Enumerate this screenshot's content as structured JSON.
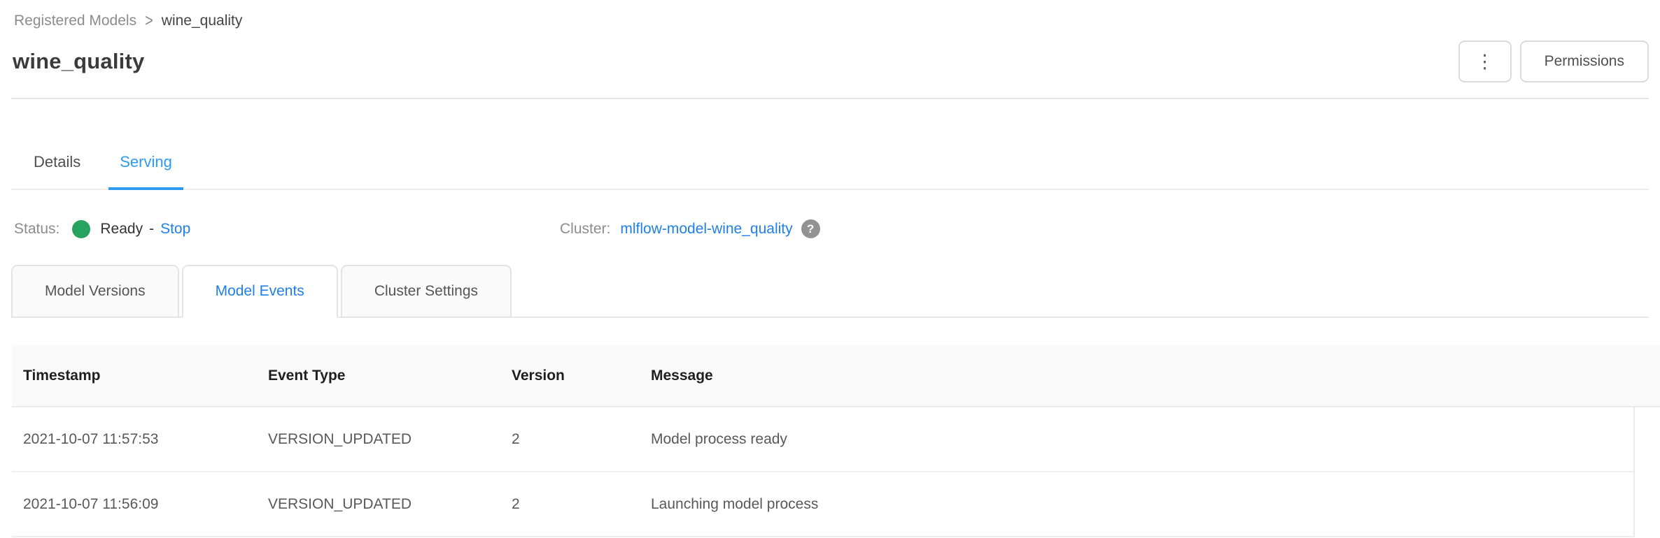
{
  "breadcrumb": {
    "parent": "Registered Models",
    "separator": ">",
    "current": "wine_quality"
  },
  "header": {
    "title": "wine_quality",
    "kebab_icon": "⋮",
    "permissions_label": "Permissions"
  },
  "tabs": [
    {
      "label": "Details",
      "active": false
    },
    {
      "label": "Serving",
      "active": true
    }
  ],
  "serving": {
    "status_label": "Status:",
    "status_value": "Ready",
    "status_separator": "-",
    "stop_label": "Stop",
    "cluster_label": "Cluster:",
    "cluster_link": "mlflow-model-wine_quality",
    "help_icon": "?"
  },
  "subtabs": [
    {
      "label": "Model Versions",
      "active": false
    },
    {
      "label": "Model Events",
      "active": true
    },
    {
      "label": "Cluster Settings",
      "active": false
    }
  ],
  "events_table": {
    "columns": [
      "Timestamp",
      "Event Type",
      "Version",
      "Message"
    ],
    "rows": [
      [
        "2021-10-07 11:57:53",
        "VERSION_UPDATED",
        "2",
        "Model process ready"
      ],
      [
        "2021-10-07 11:56:09",
        "VERSION_UPDATED",
        "2",
        "Launching model process"
      ]
    ]
  },
  "colors": {
    "link_blue": "#1f80e8",
    "tab_blue": "#2e9bf0",
    "status_green": "#27a35f"
  }
}
